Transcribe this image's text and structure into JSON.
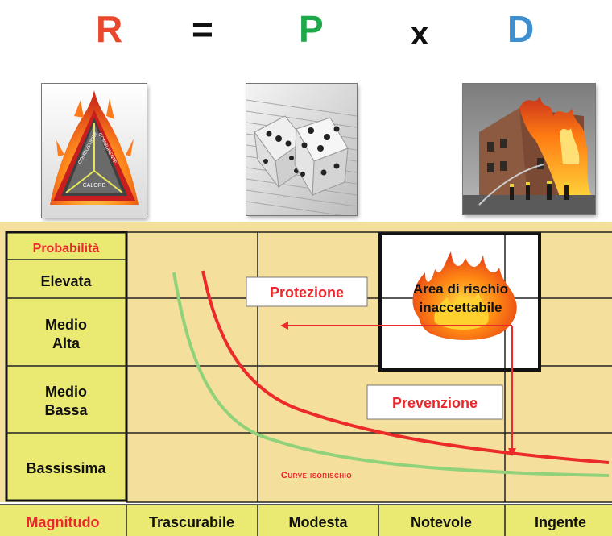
{
  "formula": {
    "r": "R",
    "eq": "=",
    "p": "P",
    "x": "x",
    "d": "D",
    "colors": {
      "r": "#e8482c",
      "p": "#1ea84a",
      "d": "#3e8fd0"
    }
  },
  "images": {
    "triangle": {
      "icon": "fire-triangle",
      "labels": [
        "COMBUSTIBILE",
        "COMBURENTE",
        "CALORE"
      ]
    },
    "dice": {
      "icon": "dice"
    },
    "fire": {
      "icon": "burning-building"
    }
  },
  "matrix": {
    "probability_header": "Probabilità",
    "probability_rows": [
      "Elevata",
      "Medio\nAlta",
      "Medio\nBassa",
      "Bassissima"
    ],
    "magnitude_header": "Magnitudo",
    "magnitude_cols": [
      "Trascurabile",
      "Modesta",
      "Notevole",
      "Ingente"
    ],
    "labels": {
      "protezione": "Protezione",
      "prevenzione": "Prevenzione",
      "area_line1": "Area di rischio",
      "area_line2": "inaccettabile",
      "curve": "Curve isorischio"
    },
    "colors": {
      "cell": "#f5df9c",
      "header_cell": "#eaea72",
      "red_text": "#e8282c",
      "green_curve": "#8fd27a",
      "red_curve": "#ec2a2a"
    }
  }
}
